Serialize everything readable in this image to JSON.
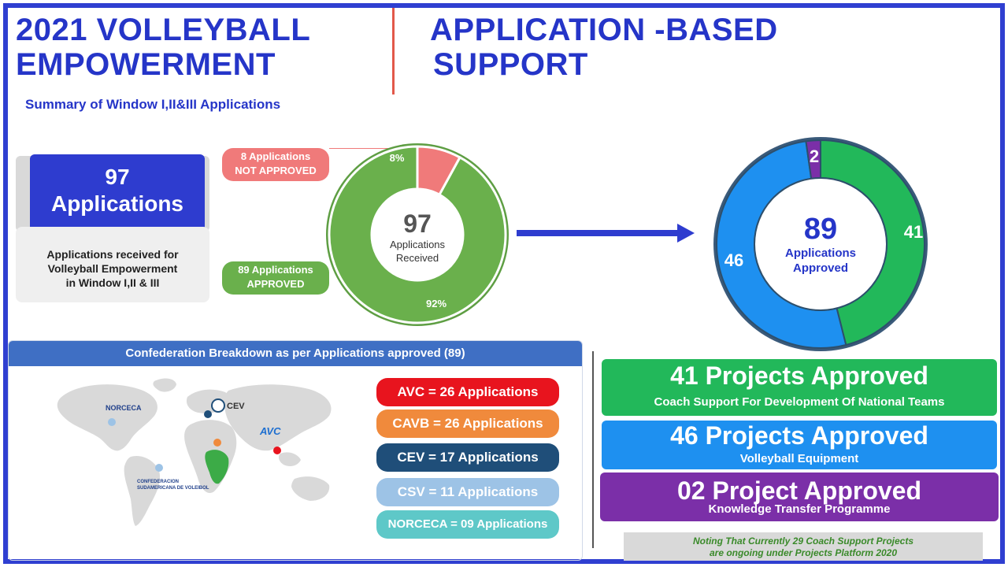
{
  "header": {
    "title_left_line1": "2021 VOLLEYBALL",
    "title_left_line2": "EMPOWERMENT",
    "title_right_line1": "APPLICATION -BASED",
    "title_right_line2": "SUPPORT",
    "subtitle": "Summary of Window I,II&III Applications"
  },
  "summary": {
    "count": "97",
    "count_label": "Applications",
    "description_line1": "Applications received for",
    "description_line2": "Volleyball Empowerment",
    "description_line3": "in Window I,II & III"
  },
  "received_donut": {
    "center_value": "97",
    "center_label_line1": "Applications",
    "center_label_line2": "Received",
    "not_approved_line1": "8 Applications",
    "not_approved_line2": "NOT APPROVED",
    "approved_line1": "89 Applications",
    "approved_line2": "APPROVED",
    "pct_not_approved_label": "8%",
    "pct_approved_label": "92%",
    "not_approved_fraction": 0.08,
    "colors": {
      "approved": "#6ab04c",
      "not_approved": "#f07a7a"
    }
  },
  "approved_donut": {
    "center_value": "89",
    "center_label_line1": "Applications",
    "center_label_line2": "Approved",
    "seg_green_label": "41",
    "seg_blue_label": "46",
    "seg_purple_label": "2",
    "values": {
      "green": 41,
      "blue": 46,
      "purple": 2
    },
    "colors": {
      "green": "#22b85a",
      "blue": "#1e90f0",
      "purple": "#7b2fa8"
    }
  },
  "confederations": {
    "header": "Confederation Breakdown as per Applications approved (89)",
    "map_labels": {
      "norceca": "NORCECA",
      "cev": "CEV",
      "avc": "AVC",
      "csv_line1": "CONFEDERACION",
      "csv_line2": "SUDAMERICANA DE VOLEIBOL"
    },
    "items": [
      {
        "label": "AVC = 26 Applications",
        "color": "#e8141e"
      },
      {
        "label": "CAVB = 26 Applications",
        "color": "#f08a3c"
      },
      {
        "label": "CEV = 17 Applications",
        "color": "#1f4e79"
      },
      {
        "label": "CSV = 11 Applications",
        "color": "#9dc3e6"
      },
      {
        "label": "NORCECA = 09 Applications",
        "color": "#5ec8c8"
      }
    ]
  },
  "projects": [
    {
      "big": "41 Projects Approved",
      "small": "Coach Support For Development Of National Teams",
      "color": "#22b85a"
    },
    {
      "big": "46 Projects Approved",
      "small": "Volleyball Equipment",
      "color": "#1e90f0"
    },
    {
      "big": "02 Project Approved",
      "small": "Knowledge Transfer Programme",
      "color": "#7b2fa8"
    }
  ],
  "note": {
    "line1": "Noting That Currently 29 Coach Support Projects",
    "line2": "are ongoing under Projects Platform 2020"
  }
}
